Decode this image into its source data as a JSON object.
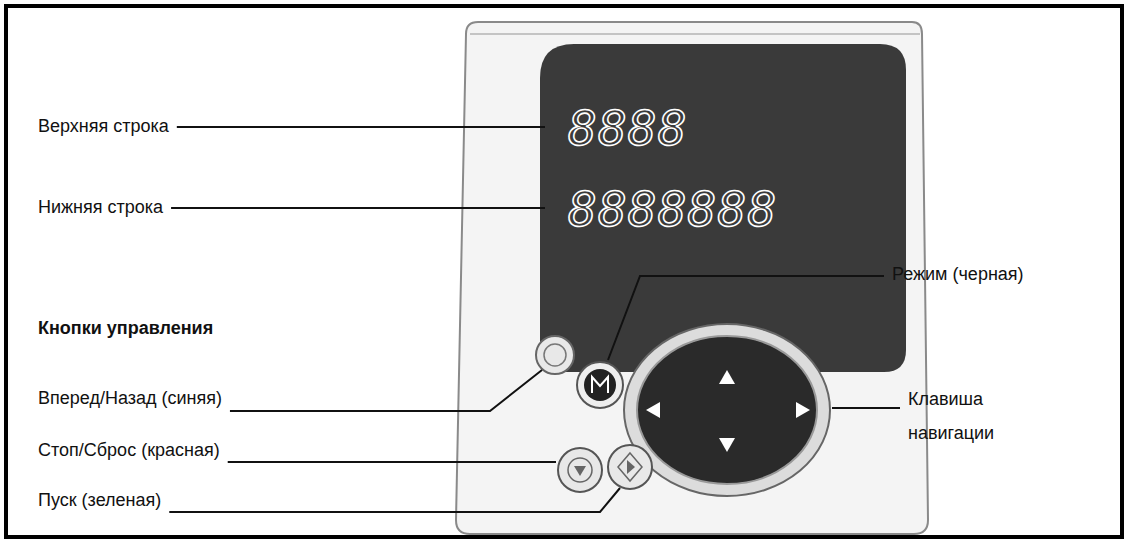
{
  "diagram": {
    "labels": [
      "Верхняя строка",
      "8888",
      "Нижняя строка",
      "8888888",
      "Режим (черная)",
      "Кнопки управления",
      "Вперед/Назад (синяя)",
      "Клавиша навигации",
      "Стоп/Сброс (красная)",
      "Пуск (зеленая)"
    ]
  }
}
